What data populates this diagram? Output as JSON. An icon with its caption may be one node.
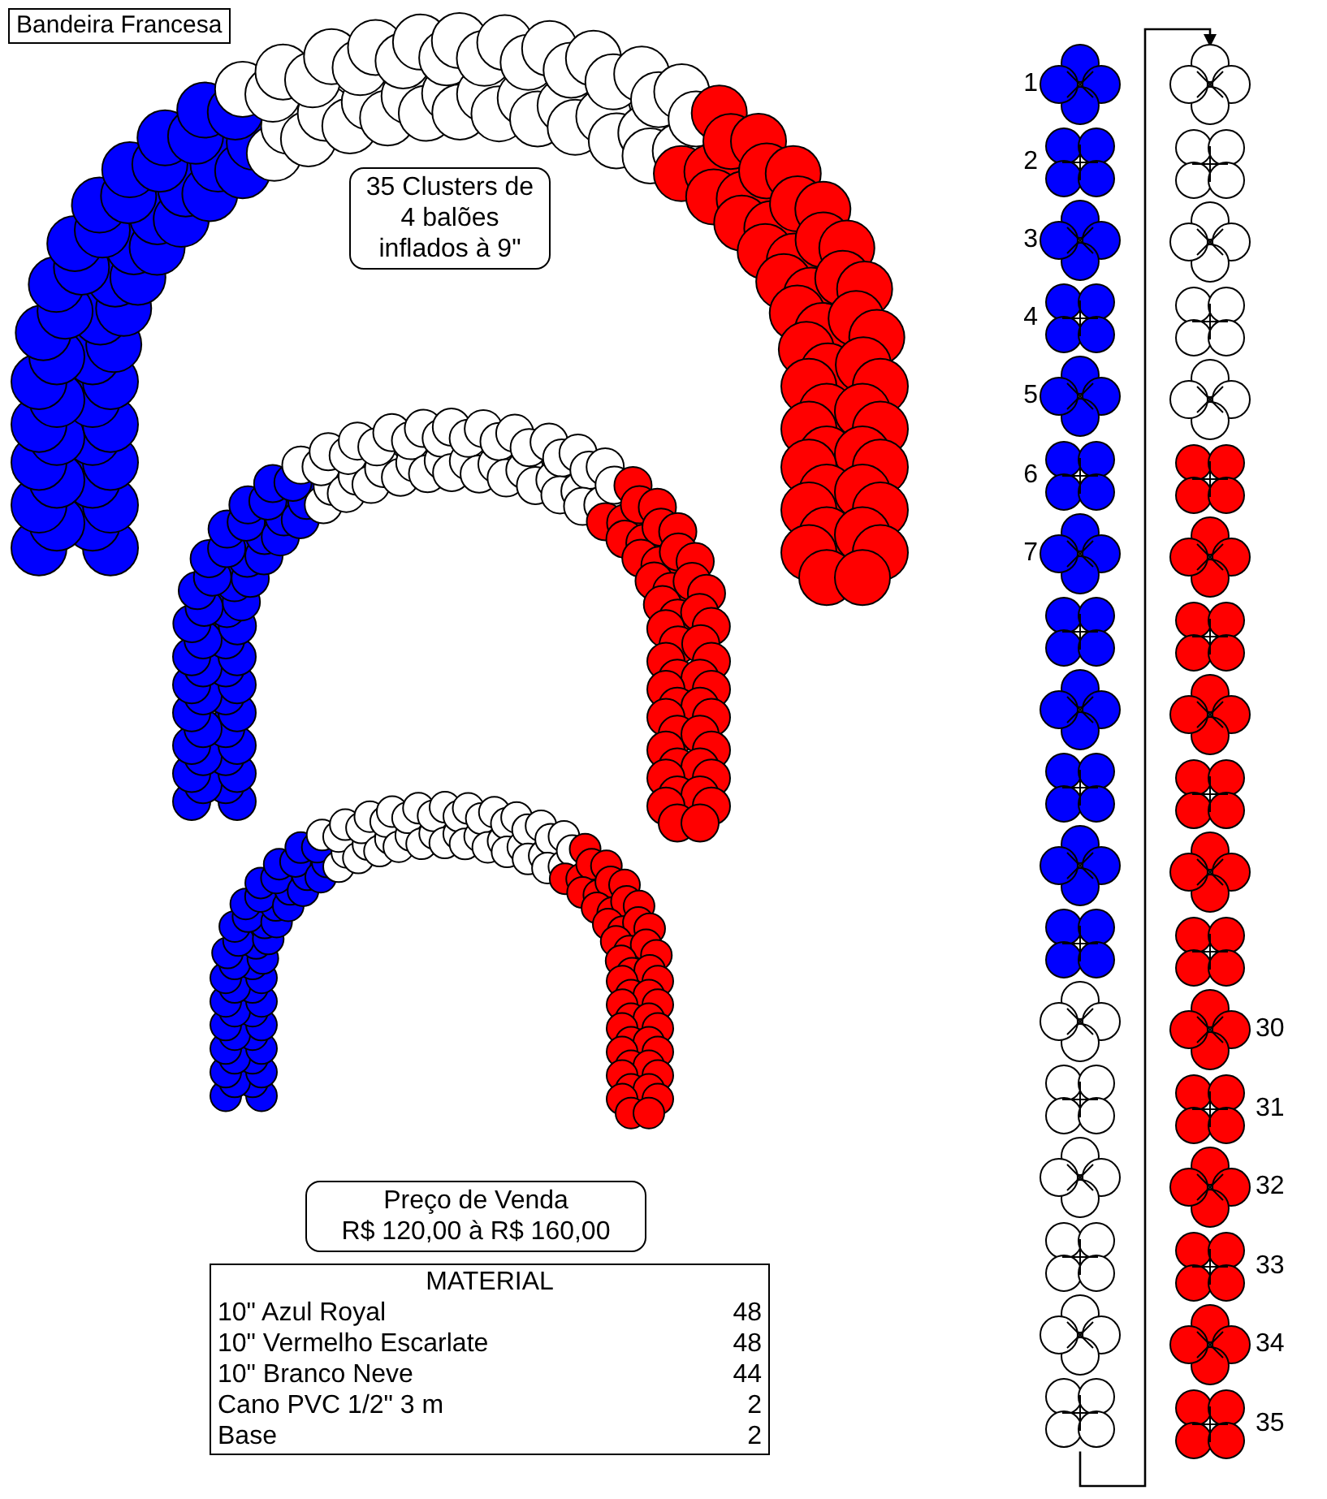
{
  "diagram": {
    "title": "Bandeira Francesa",
    "nodes": [
      {
        "text": [
          "35 Clusters de 4 balões inflados à 9\""
        ]
      },
      {
        "text": [
          "Preço de Venda",
          "R$ 120,00 à R$ 160,00"
        ]
      },
      {
        "text": [
          "MATERIAL",
          "10\" Azul Royal",
          "48",
          "10\" Vermelho Escarlate",
          "48",
          "10\" Branco Neve",
          "44",
          "Cano PVC 1/2\" 3 m",
          "2",
          "Base",
          "2"
        ]
      },
      {
        "text": [],
        "shape": "cluster",
        "beside": [
          "1"
        ]
      },
      {
        "text": [],
        "shape": "cluster",
        "beside": [
          "2"
        ]
      },
      {
        "text": [],
        "shape": "cluster",
        "beside": [
          "3"
        ]
      },
      {
        "text": [],
        "shape": "cluster",
        "beside": [
          "4"
        ]
      },
      {
        "text": [],
        "shape": "cluster",
        "beside": [
          "5"
        ]
      },
      {
        "text": [],
        "shape": "cluster",
        "beside": [
          "6"
        ]
      },
      {
        "text": [],
        "shape": "cluster",
        "beside": [
          "7"
        ]
      },
      {
        "text": [],
        "shape": "cluster"
      },
      {
        "text": [],
        "shape": "cluster"
      },
      {
        "text": [],
        "shape": "cluster"
      },
      {
        "text": [],
        "shape": "cluster"
      },
      {
        "text": [],
        "shape": "cluster"
      },
      {
        "text": [],
        "shape": "cluster"
      },
      {
        "text": [],
        "shape": "cluster"
      },
      {
        "text": [],
        "shape": "cluster"
      },
      {
        "text": [],
        "shape": "cluster"
      },
      {
        "text": [],
        "shape": "cluster"
      },
      {
        "text": [],
        "shape": "cluster"
      },
      {
        "text": [],
        "shape": "cluster"
      },
      {
        "text": [],
        "shape": "cluster"
      },
      {
        "text": [],
        "shape": "cluster"
      },
      {
        "text": [],
        "shape": "cluster"
      },
      {
        "text": [],
        "shape": "cluster"
      },
      {
        "text": [],
        "shape": "cluster"
      },
      {
        "text": [],
        "shape": "cluster"
      },
      {
        "text": [],
        "shape": "cluster"
      },
      {
        "text": [],
        "shape": "cluster"
      },
      {
        "text": [],
        "shape": "cluster"
      },
      {
        "text": [],
        "shape": "cluster"
      },
      {
        "text": [],
        "shape": "cluster"
      },
      {
        "text": [],
        "shape": "cluster",
        "beside": [
          "30"
        ]
      },
      {
        "text": [],
        "shape": "cluster",
        "beside": [
          "31"
        ]
      },
      {
        "text": [],
        "shape": "cluster",
        "beside": [
          "32"
        ]
      },
      {
        "text": [],
        "shape": "cluster",
        "beside": [
          "33"
        ]
      },
      {
        "text": [],
        "shape": "cluster",
        "beside": [
          "34"
        ]
      },
      {
        "text": [],
        "shape": "cluster",
        "beside": [
          "35"
        ]
      }
    ],
    "edges": [
      {
        "from": 20,
        "to": 21,
        "arrow": "to"
      }
    ]
  }
}
